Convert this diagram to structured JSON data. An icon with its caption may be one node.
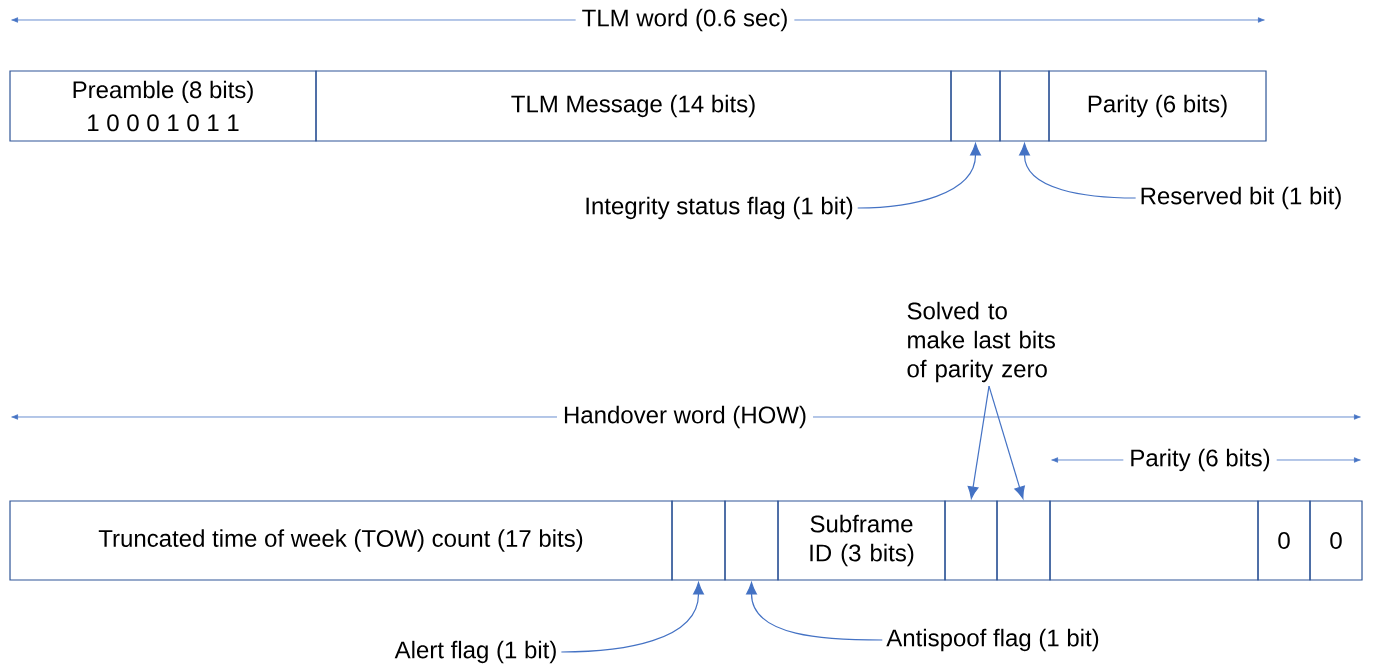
{
  "diagram": {
    "nodes": [
      {
        "text": [
          "Preamble (8 bits)",
          "1 0 0 0 1 0 1 1"
        ]
      },
      {
        "text": [
          "TLM Message (14 bits)"
        ]
      },
      {
        "text": [],
        "shape": "box"
      },
      {
        "text": [],
        "shape": "box"
      },
      {
        "text": [
          "Parity (6 bits)"
        ]
      },
      {
        "text": [
          "Integrity status flag (1 bit)"
        ]
      },
      {
        "text": [
          "Reserved bit (1 bit)"
        ]
      },
      {
        "text": [
          "Truncated time of week (TOW) count (17 bits)"
        ]
      },
      {
        "text": [],
        "shape": "box"
      },
      {
        "text": [],
        "shape": "box"
      },
      {
        "text": [
          "Subframe ID (3 bits)"
        ]
      },
      {
        "text": [],
        "shape": "box"
      },
      {
        "text": [],
        "shape": "box"
      },
      {
        "text": [],
        "shape": "box"
      },
      {
        "text": [
          "0"
        ]
      },
      {
        "text": [
          "0"
        ]
      },
      {
        "text": [
          "Alert flag (1 bit)"
        ]
      },
      {
        "text": [
          "Antispoof flag (1 bit)"
        ]
      },
      {
        "text": [
          "Solved to make last bits of parity zero"
        ]
      }
    ],
    "edges": [
      {
        "from": 5,
        "to": 2,
        "arrow": "to"
      },
      {
        "from": 6,
        "to": 3,
        "arrow": "to"
      },
      {
        "from": 16,
        "to": 8,
        "arrow": "to"
      },
      {
        "from": 17,
        "to": 9,
        "arrow": "to"
      },
      {
        "from": 18,
        "to": 11,
        "arrow": "to"
      },
      {
        "from": 18,
        "to": 12,
        "arrow": "to"
      }
    ],
    "labels": [
      "TLM word (0.6 sec)",
      "Handover word (HOW)",
      "Parity (6 bits)"
    ]
  }
}
